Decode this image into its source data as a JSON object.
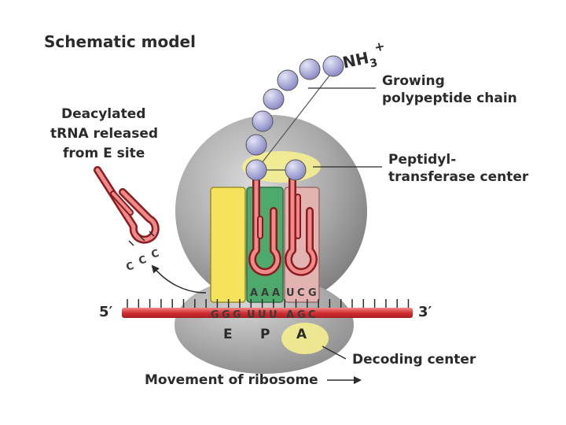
{
  "title": "Schematic model",
  "nh3": {
    "base": "NH",
    "sub": "3",
    "sup": "+"
  },
  "labels": {
    "growing_line1": "Growing",
    "growing_line2": "polypeptide chain",
    "deacylated_line1": "Deacylated",
    "deacylated_line2": "tRNA released",
    "deacylated_line3": "from E site",
    "peptidyl_line1": "Peptidyl-",
    "peptidyl_line2": "transferase center",
    "decoding": "Decoding center",
    "movement": "Movement of ribosome"
  },
  "mrna": {
    "five_prime": "5′",
    "three_prime": "3′"
  },
  "sites": {
    "e": "E",
    "p": "P",
    "a": "A"
  },
  "anticodons": {
    "p": [
      "A",
      "A",
      "A"
    ],
    "a": [
      "U",
      "C",
      "G"
    ],
    "released": [
      "C",
      "C",
      "C"
    ]
  },
  "codons": [
    "G",
    "G",
    "G",
    "U",
    "U",
    "U",
    "A",
    "G",
    "C"
  ],
  "colors": {
    "ribosome": "#a9a9a9",
    "e_site": "#f5e45a",
    "p_site": "#4daa6c",
    "a_site": "#e3b3b1",
    "trna": "#d9474a",
    "mrna": "#d9474a",
    "amino_acid": "#a4a4d8",
    "highlight": "#f4ee8e"
  }
}
